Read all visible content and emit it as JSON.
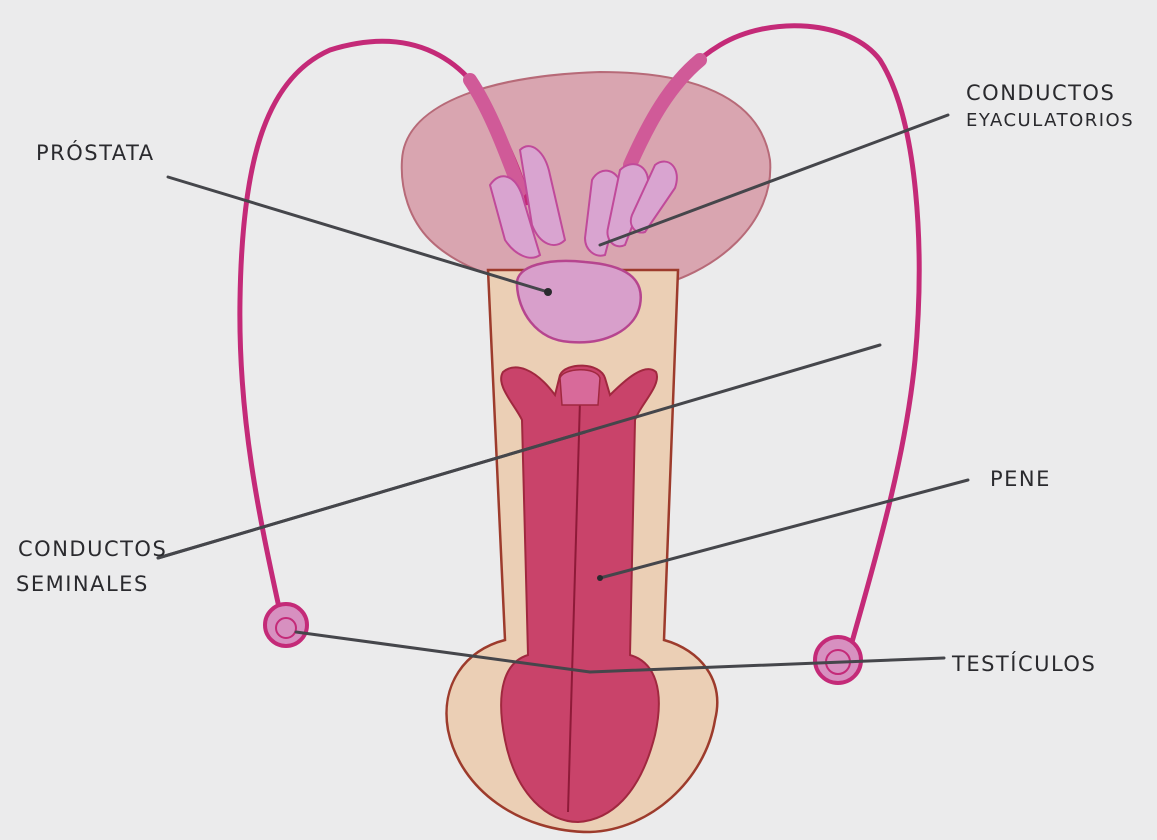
{
  "labels": {
    "prostata": "PRÓSTATA",
    "conductos_eyaculatorios_1": "CONDUCTOS",
    "conductos_eyaculatorios_2": "EYACULATORIOS",
    "conductos_seminales_1": "CONDUCTOS",
    "conductos_seminales_2": "SEMINALES",
    "pene": "PENE",
    "testiculos": "TESTÍCULOS"
  },
  "colors": {
    "paper": "#ebebec",
    "duct": "#c42a78",
    "prostate_fill": "#d9a0b0",
    "gland_fill": "#d497c8",
    "shaft_fill": "#e9cdb3",
    "corpus_fill": "#c9406a",
    "outline": "#9a3a30",
    "leader": "#45464b"
  }
}
